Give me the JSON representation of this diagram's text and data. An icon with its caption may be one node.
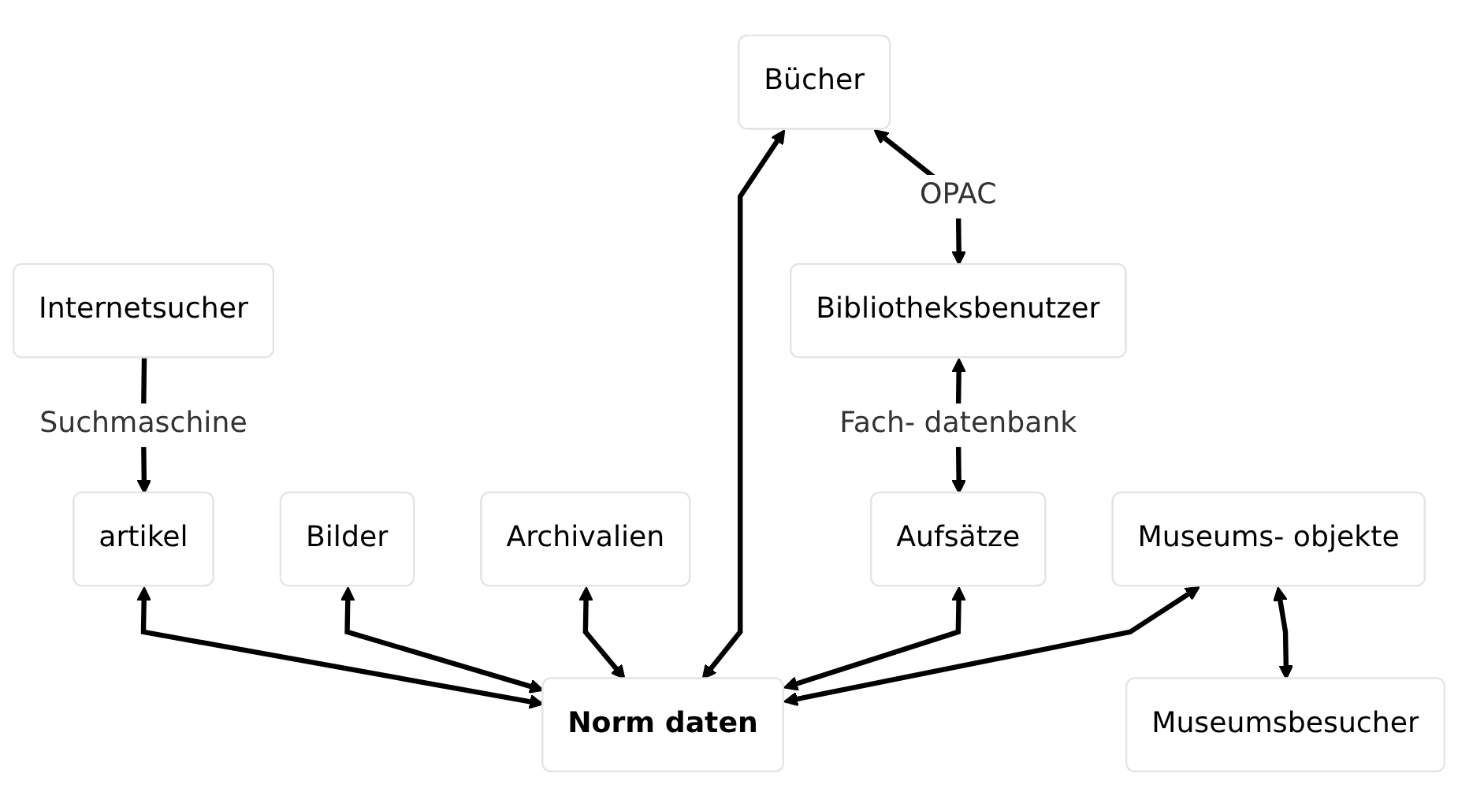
{
  "diagram": {
    "nodes": [
      {
        "text": [
          "artikel"
        ]
      },
      {
        "text": [
          "Internetsucher"
        ]
      },
      {
        "text": [
          "Bilder"
        ]
      },
      {
        "text": [
          "Archivalien"
        ]
      },
      {
        "text": [
          "Norm daten"
        ]
      },
      {
        "text": [
          "Bücher"
        ]
      },
      {
        "text": [
          "Museums- objekte"
        ]
      },
      {
        "text": [
          "Aufsätze"
        ]
      },
      {
        "text": [
          "Bibliotheksbenutzer"
        ]
      },
      {
        "text": [
          "Museumsbesucher"
        ]
      }
    ],
    "edges": [
      {
        "from": 1,
        "to": 0,
        "arrow": "to",
        "label": "Suchmaschine"
      },
      {
        "from": 0,
        "to": 4,
        "arrow": "both"
      },
      {
        "from": 2,
        "to": 4,
        "arrow": "both"
      },
      {
        "from": 3,
        "to": 4,
        "arrow": "both"
      },
      {
        "from": 5,
        "to": 4,
        "arrow": "both"
      },
      {
        "from": 7,
        "to": 4,
        "arrow": "both"
      },
      {
        "from": 6,
        "to": 4,
        "arrow": "both"
      },
      {
        "from": 5,
        "to": 8,
        "arrow": "both",
        "label": "OPAC"
      },
      {
        "from": 8,
        "to": 7,
        "arrow": "both",
        "label": "Fach- datenbank"
      },
      {
        "from": 6,
        "to": 9,
        "arrow": "both"
      }
    ]
  }
}
